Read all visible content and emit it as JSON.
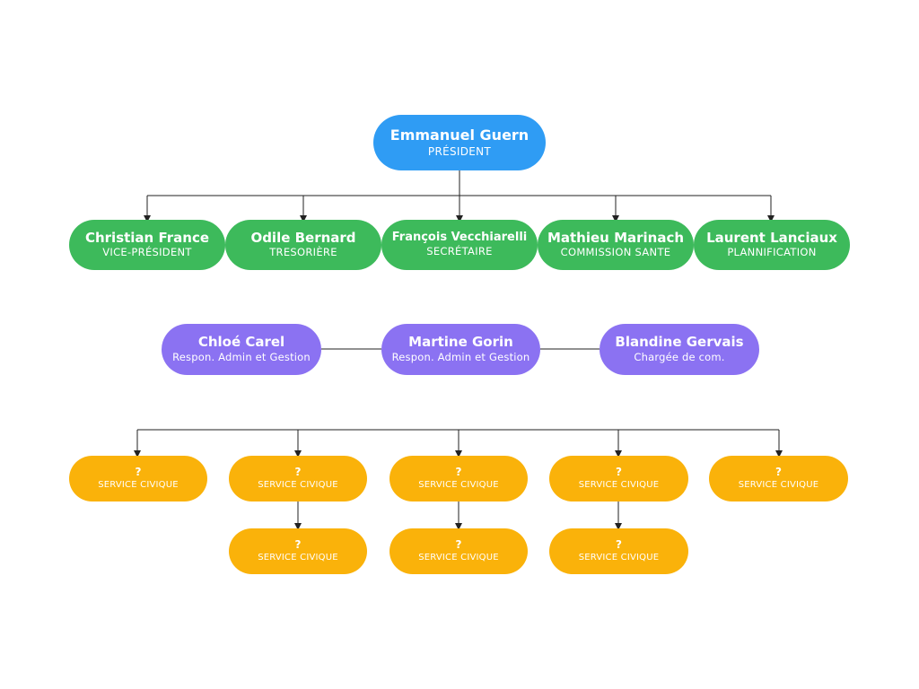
{
  "president": {
    "name": "Emmanuel Guern",
    "role": "PRÉSIDENT"
  },
  "board": [
    {
      "name": "Christian France",
      "role": "VICE-PRÉSIDENT"
    },
    {
      "name": "Odile Bernard",
      "role": "TRESORIÈRE"
    },
    {
      "name": "François Vecchiarelli",
      "role": "SECRÉTAIRE"
    },
    {
      "name": "Mathieu Marinach",
      "role": "COMMISSION SANTE"
    },
    {
      "name": "Laurent Lanciaux",
      "role": "PLANNIFICATION"
    }
  ],
  "staff": [
    {
      "name": "Chloé Carel",
      "role": "Respon. Admin et Gestion"
    },
    {
      "name": "Martine Gorin",
      "role": "Respon. Admin et Gestion"
    },
    {
      "name": "Blandine Gervais",
      "role": "Chargée de com."
    }
  ],
  "civic_top": [
    {
      "name": "?",
      "role": "SERVICE CIVIQUE"
    },
    {
      "name": "?",
      "role": "SERVICE CIVIQUE"
    },
    {
      "name": "?",
      "role": "SERVICE CIVIQUE"
    },
    {
      "name": "?",
      "role": "SERVICE CIVIQUE"
    },
    {
      "name": "?",
      "role": "SERVICE CIVIQUE"
    }
  ],
  "civic_bottom": [
    {
      "name": "?",
      "role": "SERVICE CIVIQUE"
    },
    {
      "name": "?",
      "role": "SERVICE CIVIQUE"
    },
    {
      "name": "?",
      "role": "SERVICE CIVIQUE"
    }
  ],
  "colors": {
    "president": "#2f9cf4",
    "board": "#3dba5b",
    "staff": "#8b72f2",
    "civic": "#fab20a",
    "connector": "#222222"
  }
}
